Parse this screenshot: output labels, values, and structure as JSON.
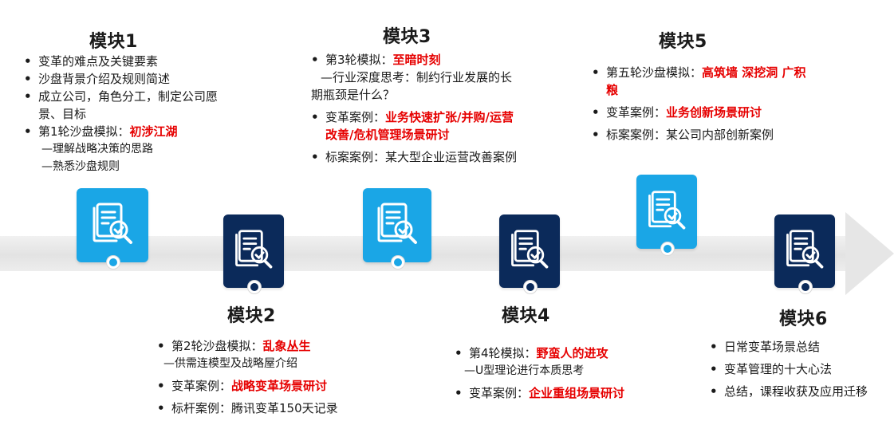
{
  "modules": [
    {
      "title": "模块1",
      "items": [
        {
          "text": "变革的难点及关键要素",
          "highlight": ""
        },
        {
          "text": "沙盘背景介绍及规则简述",
          "highlight": ""
        },
        {
          "text": "成立公司，角色分工，制定公司愿景、目标",
          "highlight": ""
        },
        {
          "text": "第1轮沙盘模拟：",
          "highlight": "初涉江湖"
        }
      ],
      "subs": [
        "—理解战略决策的思路",
        "—熟悉沙盘规则"
      ]
    },
    {
      "title": "模块2",
      "items": [
        {
          "text": "第2轮沙盘模拟：",
          "highlight": "乱象丛生",
          "sub": "—供需连模型及战略屋介绍"
        },
        {
          "text": "变革案例：",
          "highlight": "战略变革场景研讨"
        },
        {
          "text": "标杆案例：腾讯变革150天记录",
          "highlight": ""
        }
      ]
    },
    {
      "title": "模块3",
      "items": [
        {
          "text": "第3轮模拟：",
          "highlight": "至暗时刻",
          "sub": "—行业深度思考：制约行业发展的长期瓶颈是什么？"
        },
        {
          "text": "变革案例：",
          "highlight": "业务快速扩张/并购/运营改善/危机管理场景研讨"
        },
        {
          "text": "标案案例：某大型企业运营改善案例",
          "highlight": ""
        }
      ]
    },
    {
      "title": "模块4",
      "items": [
        {
          "text": "第4轮模拟：",
          "highlight": "野蛮人的进攻",
          "sub": "—U型理论进行本质思考"
        },
        {
          "text": "变革案例：",
          "highlight": "企业重组场景研讨"
        }
      ]
    },
    {
      "title": "模块5",
      "items": [
        {
          "text": "第五轮沙盘模拟：",
          "highlight": "高筑墙 深挖洞 广积粮"
        },
        {
          "text": "变革案例：",
          "highlight": "业务创新场景研讨"
        },
        {
          "text": "标案案例：某公司内部创新案例",
          "highlight": ""
        }
      ]
    },
    {
      "title": "模块6",
      "items": [
        {
          "text": "日常变革场景总结",
          "highlight": ""
        },
        {
          "text": "变革管理的十大心法",
          "highlight": ""
        },
        {
          "text": "总结，课程收获及应用迁移",
          "highlight": ""
        }
      ]
    }
  ],
  "bullet": "•",
  "colors": {
    "light_card": "#1aa6e6",
    "dark_card": "#0b2a5a",
    "highlight": "#e60000",
    "band": "#e6e6e6"
  },
  "icon": "document-magnifier-icon"
}
